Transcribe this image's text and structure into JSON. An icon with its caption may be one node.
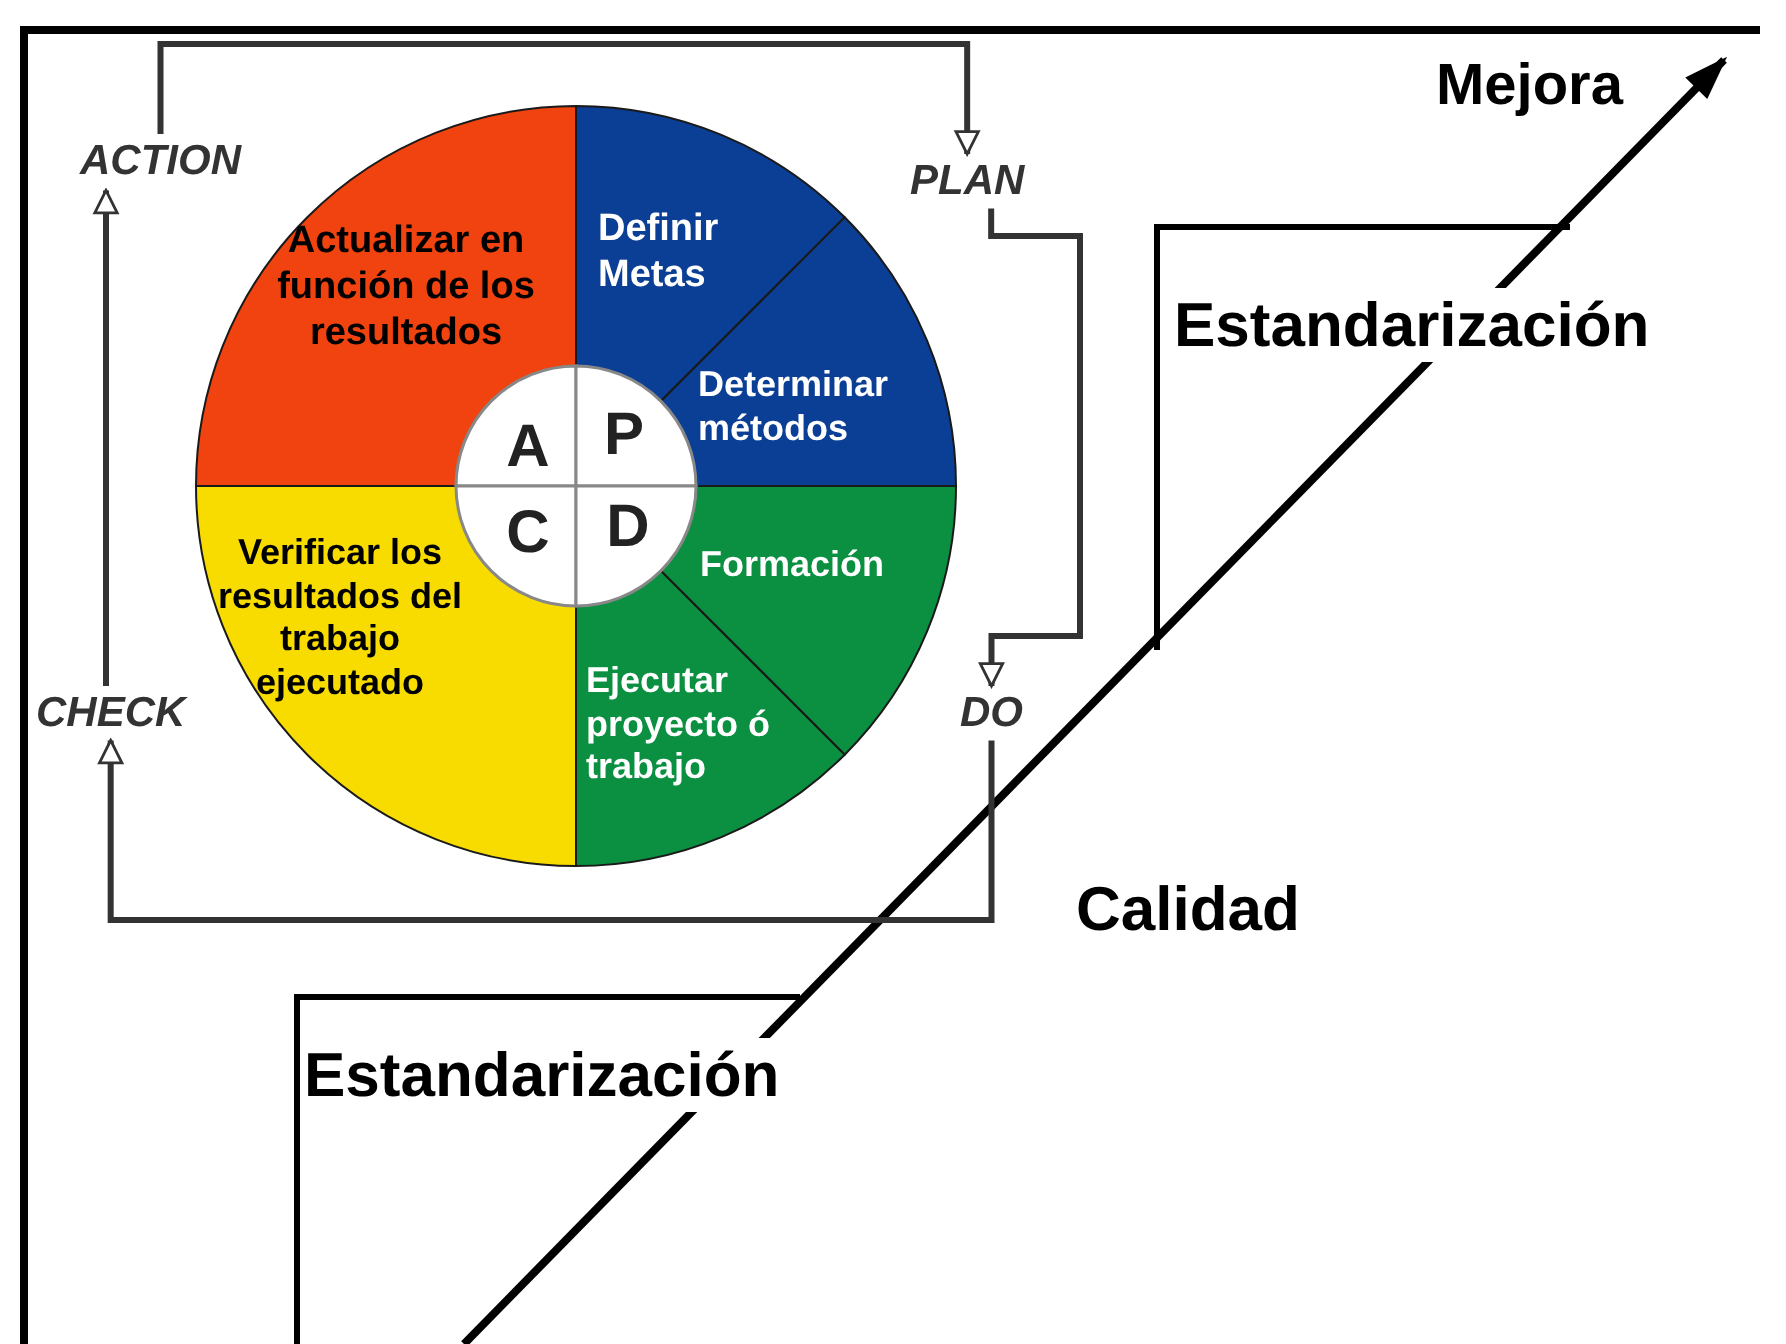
{
  "diagram": {
    "nodes": [
      {
        "text": [
          "ACTION"
        ]
      },
      {
        "text": [
          "PLAN"
        ]
      },
      {
        "text": [
          "Actualizar en función de los resultados"
        ]
      },
      {
        "text": [
          "Definir Metas"
        ]
      },
      {
        "text": [
          "Determinar métodos"
        ]
      },
      {
        "text": [
          "A"
        ]
      },
      {
        "text": [
          "P"
        ]
      },
      {
        "text": [
          "C"
        ]
      },
      {
        "text": [
          "D"
        ]
      },
      {
        "text": [
          "Formación"
        ]
      },
      {
        "text": [
          "Verificar los resultados del trabajo ejecutado"
        ]
      },
      {
        "text": [
          "CHECK"
        ]
      },
      {
        "text": [
          "DO"
        ]
      },
      {
        "text": [
          "Ejecutar proyecto ó trabajo"
        ]
      },
      {
        "text": [
          "Estandarización"
        ]
      },
      {
        "text": [
          "Estandarización"
        ]
      }
    ],
    "edges": [
      {
        "from": 0,
        "to": 1,
        "arrow": "to"
      },
      {
        "from": 1,
        "to": 12,
        "arrow": "to"
      },
      {
        "from": 12,
        "to": 11,
        "arrow": "to"
      },
      {
        "from": 11,
        "to": 0,
        "arrow": "to"
      }
    ],
    "labels": [
      "Mejora",
      "Calidad"
    ]
  }
}
